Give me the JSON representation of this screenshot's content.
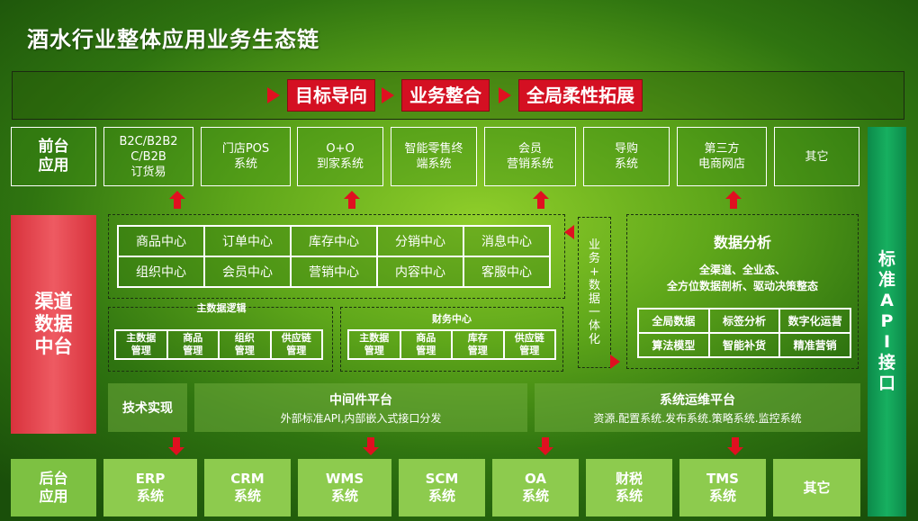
{
  "title": "酒水行业整体应用业务生态链",
  "banner": {
    "steps": [
      "目标导向",
      "业务整合",
      "全局柔性拓展"
    ]
  },
  "front": {
    "label": [
      "前台",
      "应用"
    ],
    "items": [
      [
        "B2C/B2B2",
        "C/B2B",
        "订货易"
      ],
      [
        "门店POS",
        "系统"
      ],
      [
        "O+O",
        "到家系统"
      ],
      [
        "智能零售终",
        "端系统"
      ],
      [
        "会员",
        "营销系统"
      ],
      [
        "导购",
        "系统"
      ],
      [
        "第三方",
        "电商网店"
      ],
      [
        "其它"
      ]
    ]
  },
  "channel": {
    "label": [
      "渠道",
      "数据",
      "中台"
    ]
  },
  "api": {
    "label": [
      "标",
      "准",
      "A",
      "P",
      "I",
      "接",
      "口"
    ]
  },
  "centers": [
    "商品中心",
    "订单中心",
    "库存中心",
    "分销中心",
    "消息中心",
    "组织中心",
    "会员中心",
    "营销中心",
    "内容中心",
    "客服中心"
  ],
  "mdm": {
    "title": "主数据逻辑",
    "items": [
      [
        "主数据",
        "管理"
      ],
      [
        "商品",
        "管理"
      ],
      [
        "组织",
        "管理"
      ],
      [
        "供应链",
        "管理"
      ]
    ]
  },
  "finance": {
    "title": "财务中心",
    "items": [
      [
        "主数据",
        "管理"
      ],
      [
        "商品",
        "管理"
      ],
      [
        "库存",
        "管理"
      ],
      [
        "供应链",
        "管理"
      ]
    ]
  },
  "integration": {
    "label": [
      "业",
      "务",
      "+",
      "数",
      "据",
      "一",
      "体",
      "化"
    ]
  },
  "analytics": {
    "title": "数据分析",
    "desc1": "全渠道、全业态、",
    "desc2": "全方位数据剖析、驱动决策整态",
    "items": [
      "全局数据",
      "标签分析",
      "数字化运营",
      "算法模型",
      "智能补货",
      "精准营销"
    ]
  },
  "tech": {
    "label": "技术实现",
    "middleware": {
      "title": "中间件平台",
      "sub": "外部标准API,内部嵌入式接口分发"
    },
    "ops": {
      "title": "系统运维平台",
      "sub": "资源.配置系统.发布系统.策略系统.监控系统"
    }
  },
  "back": {
    "label": [
      "后台",
      "应用"
    ],
    "items": [
      [
        "ERP",
        "系统"
      ],
      [
        "CRM",
        "系统"
      ],
      [
        "WMS",
        "系统"
      ],
      [
        "SCM",
        "系统"
      ],
      [
        "OA",
        "系统"
      ],
      [
        "财税",
        "系统"
      ],
      [
        "TMS",
        "系统"
      ],
      [
        "其它"
      ]
    ]
  },
  "colors": {
    "accent_red": "#d41022",
    "api_green": "#17b060",
    "channel_red": "#e84a52"
  }
}
